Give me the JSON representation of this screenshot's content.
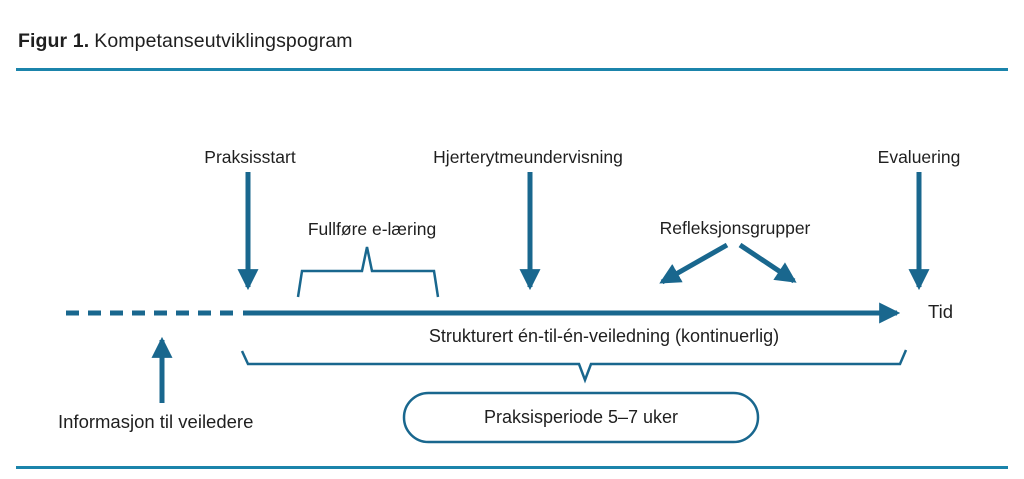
{
  "title": {
    "figure_label": "Figur 1.",
    "figure_name": "Kompetanseutviklingspogram"
  },
  "colors": {
    "rule": "#1b84ab",
    "stroke": "#19678e",
    "text": "#1f1f1f"
  },
  "labels": {
    "praksisstart": "Praksisstart",
    "hjerterytmeundervisning": "Hjerterytmeundervisning",
    "evaluering": "Evaluering",
    "fullfore_elaering": "Fullføre e-læring",
    "refleksjonsgrupper": "Refleksjonsgrupper",
    "tid": "Tid",
    "strukturert_veiledning": "Strukturert én-til-én-veiledning (kontinuerlig)",
    "informasjon_til_veiledere": "Informasjon til veiledere",
    "praksisperiode": "Praksisperiode 5–7 uker"
  }
}
